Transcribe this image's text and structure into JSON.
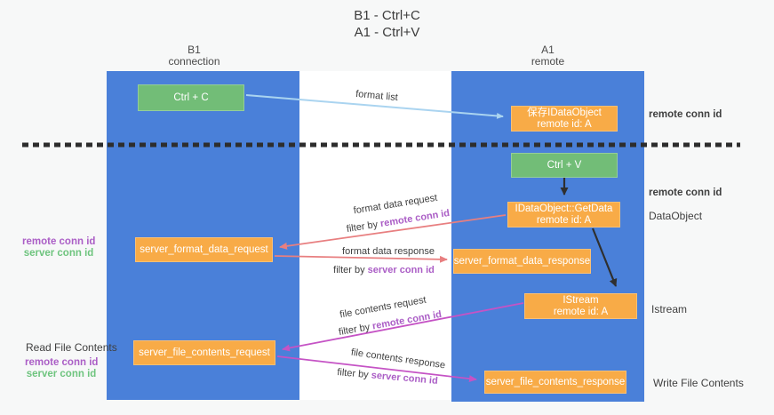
{
  "title": {
    "line1": "B1 - Ctrl+C",
    "line2": "A1 - Ctrl+V"
  },
  "columns": {
    "left": {
      "name": "B1",
      "role": "connection"
    },
    "right": {
      "name": "A1",
      "role": "remote"
    }
  },
  "boxes": {
    "ctrl_c": "Ctrl + C",
    "save_dataobject": {
      "line1": "保存IDataObject",
      "line2": "remote id: A"
    },
    "ctrl_v": "Ctrl + V",
    "getdata": {
      "line1": "IDataObject::GetData",
      "line2": "remote id: A"
    },
    "format_request": "server_format_data_request",
    "format_response": "server_format_data_response",
    "istream": {
      "line1": "IStream",
      "line2": "remote id: A"
    },
    "file_request": "server_file_contents_request",
    "file_response": "server_file_contents_response"
  },
  "arrow_labels": {
    "format_list": "format list",
    "format_data_request": "format data request",
    "format_data_response": "format data response",
    "file_contents_request": "file contents request",
    "file_contents_response": "file contents response",
    "filter_by": "filter by",
    "remote_conn_id": "remote conn id",
    "server_conn_id": "server conn id"
  },
  "side_labels": {
    "right_remote_conn_id_top": "remote conn id",
    "right_remote_conn_id_mid": "remote conn id",
    "dataobject": "DataObject",
    "istream": "Istream",
    "write_file_contents": "Write File Contents",
    "left_remote_conn_id_top": "remote conn id",
    "left_server_conn_id_top": "server conn id",
    "read_file_contents": "Read File Contents",
    "left_remote_conn_id_bottom": "remote conn id",
    "left_server_conn_id_bottom": "server conn id"
  },
  "colors": {
    "background": "#f7f8f8",
    "lane_gap": "#ffffff",
    "column_blue": "#4a80d9",
    "box_green": "#72bd77",
    "box_orange": "#f8ab47",
    "arrow_light_blue": "#aad4f0",
    "arrow_black": "#2f2f2f",
    "arrow_salmon": "#e87f80",
    "arrow_magenta": "#c553c5",
    "text_purple": "#ab5ec6",
    "text_green": "#6ec47e",
    "text_dark": "#3f3f3f"
  }
}
